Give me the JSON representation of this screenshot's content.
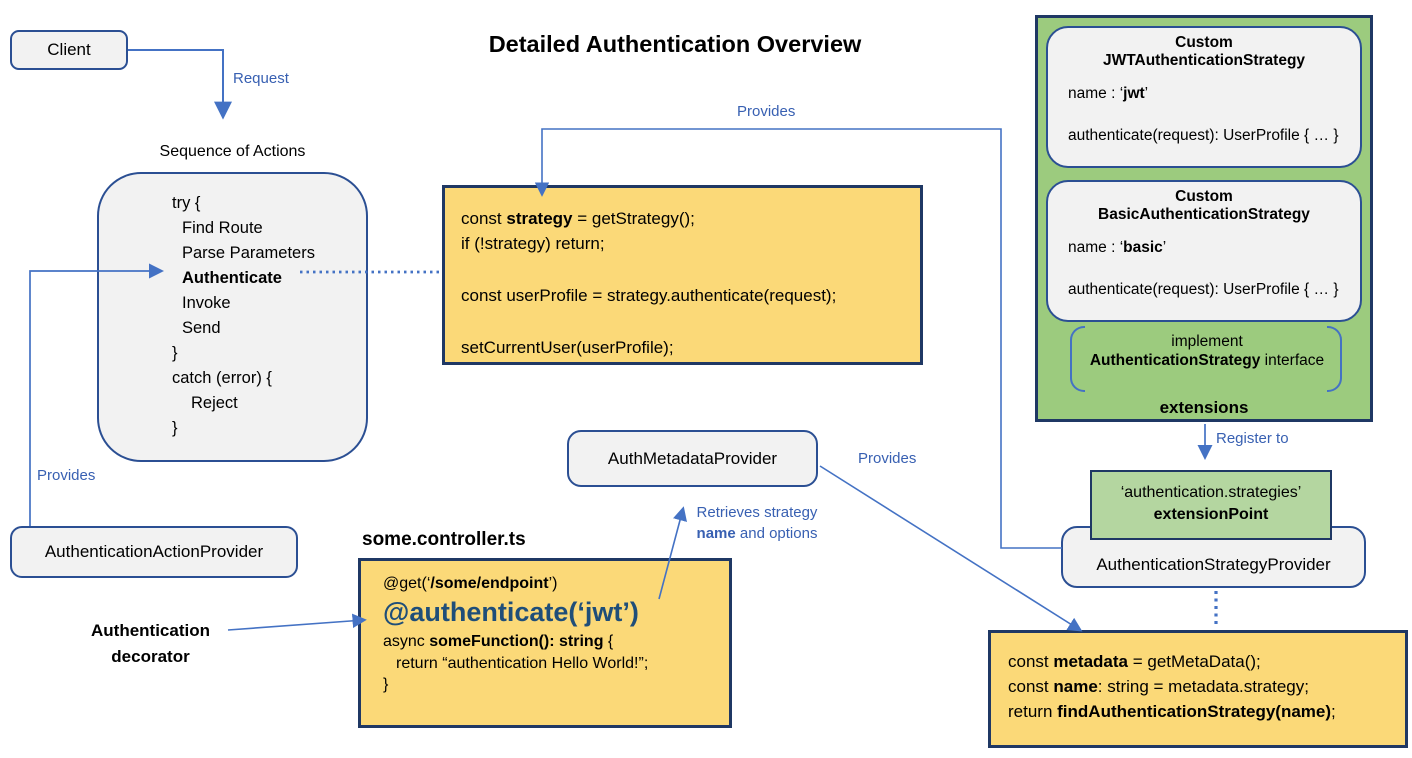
{
  "title": "Detailed Authentication Overview",
  "client": {
    "label": "Client"
  },
  "labels": {
    "request": "Request",
    "provides_left": "Provides",
    "provides_top": "Provides",
    "provides_amp": "Provides",
    "register_to": "Register to",
    "retrieves_l1": "Retrieves strategy",
    "retrieves_bold": "name",
    "retrieves_rest": " and options"
  },
  "sequence": {
    "title": "Sequence of Actions",
    "l1": "try {",
    "l2": "Find Route",
    "l3": "Parse Parameters",
    "l4": "Authenticate",
    "l5": "Invoke",
    "l6": "Send",
    "l7": "}",
    "l8": "catch (error) {",
    "l9": "Reject",
    "l10": "}"
  },
  "strategy_code": {
    "l1_pre": "const ",
    "l1_bold": "strategy",
    "l1_post": " = getStrategy();",
    "l2": "if (!strategy) return;",
    "l3": "const userProfile = strategy.authenticate(request);",
    "l4": "setCurrentUser(userProfile);"
  },
  "extensions_panel": {
    "jwt_title1": "Custom",
    "jwt_title2": "JWTAuthenticationStrategy",
    "jwt_name_pre": "name : ‘",
    "jwt_name_bold": "jwt",
    "jwt_name_post": "’",
    "jwt_method": "authenticate(request): UserProfile { … }",
    "basic_title1": "Custom",
    "basic_title2": "BasicAuthenticationStrategy",
    "basic_name_pre": "name : ‘",
    "basic_name_bold": "basic",
    "basic_name_post": "’",
    "basic_method": "authenticate(request): UserProfile { … }",
    "implement_l1": "implement",
    "implement_bold": "AuthenticationStrategy",
    "implement_post": " interface",
    "footer": "extensions"
  },
  "extension_point": {
    "line1": "‘authentication.strategies’",
    "line2": "extensionPoint"
  },
  "providers": {
    "action": "AuthenticationActionProvider",
    "strategy": "AuthenticationStrategyProvider",
    "metadata": "AuthMetadataProvider"
  },
  "decorator_label": {
    "line1": "Authentication",
    "line2": "decorator"
  },
  "controller": {
    "filename": "some.controller.ts",
    "l1_pre": "@get(‘",
    "l1_bold": "/some/endpoint",
    "l1_post": "’)",
    "l2": "@authenticate(‘jwt’)",
    "l3_pre": "async ",
    "l3_bold": "someFunction(): string",
    "l3_post": " {",
    "l4": "return “authentication Hello World!”;",
    "l5": "}"
  },
  "metadata_code": {
    "l1_pre": "const ",
    "l1_bold": "metadata",
    "l1_post": " = getMetaData();",
    "l2_pre": "const ",
    "l2_bold": "name",
    "l2_post": ": string = metadata.strategy;",
    "l3_pre": "return ",
    "l3_bold": "findAuthenticationStrategy(name)",
    "l3_post": ";"
  },
  "colors": {
    "arrow_blue": "#4472C4",
    "label_blue": "#3860B2",
    "box_yellow": "#FBD978",
    "green": "#9CCB7E",
    "light_green": "#B4D6A0",
    "gray_fill": "#F2F2F2",
    "navy_border": "#1F3864",
    "blue_border": "#2B4F93",
    "decorator_blue": "#1F4E79"
  }
}
